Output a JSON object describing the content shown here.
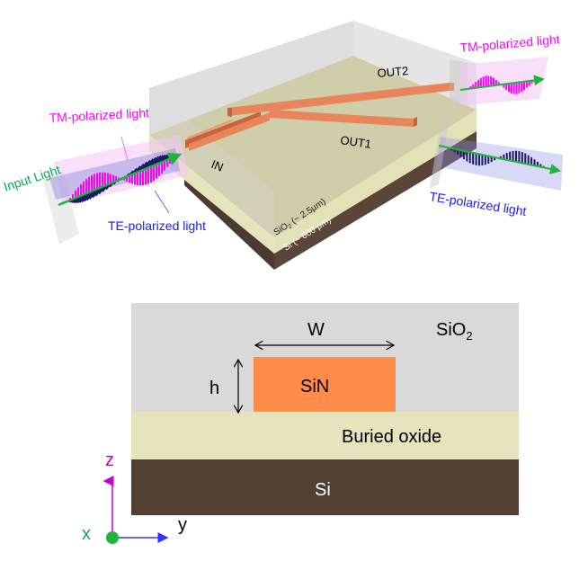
{
  "top_figure": {
    "input_label": "Input Light",
    "tm_in_label": "TM-polarized light",
    "te_in_label": "TE-polarized light",
    "port_in": "IN",
    "port_out1": "OUT1",
    "port_out2": "OUT2",
    "tm_out_label": "TM-polarized light",
    "te_out_label": "TE-polarized light",
    "layer_sio2_prefix": "SiO",
    "layer_sio2_sub": "2",
    "layer_sio2_thickness": " (~ 2.5μm)",
    "layer_si": "Si (~ 600 μm)"
  },
  "cross_section": {
    "width_label": "W",
    "height_label": "h",
    "core_label": "SiN",
    "cladding_prefix": "SiO",
    "cladding_sub": "2",
    "box_label": "Buried oxide",
    "substrate_label": "Si",
    "axes": {
      "x": "x",
      "y": "y",
      "z": "z"
    }
  },
  "colors": {
    "tm": "#ff00ff",
    "te": "#1a1aff",
    "input": "#00b050",
    "waveguide": "#e8855a",
    "sin_core": "#ff8c4b",
    "cladding": "#d9d9d9",
    "buried_oxide": "#e6e4bc",
    "silicon": "#523f33"
  }
}
